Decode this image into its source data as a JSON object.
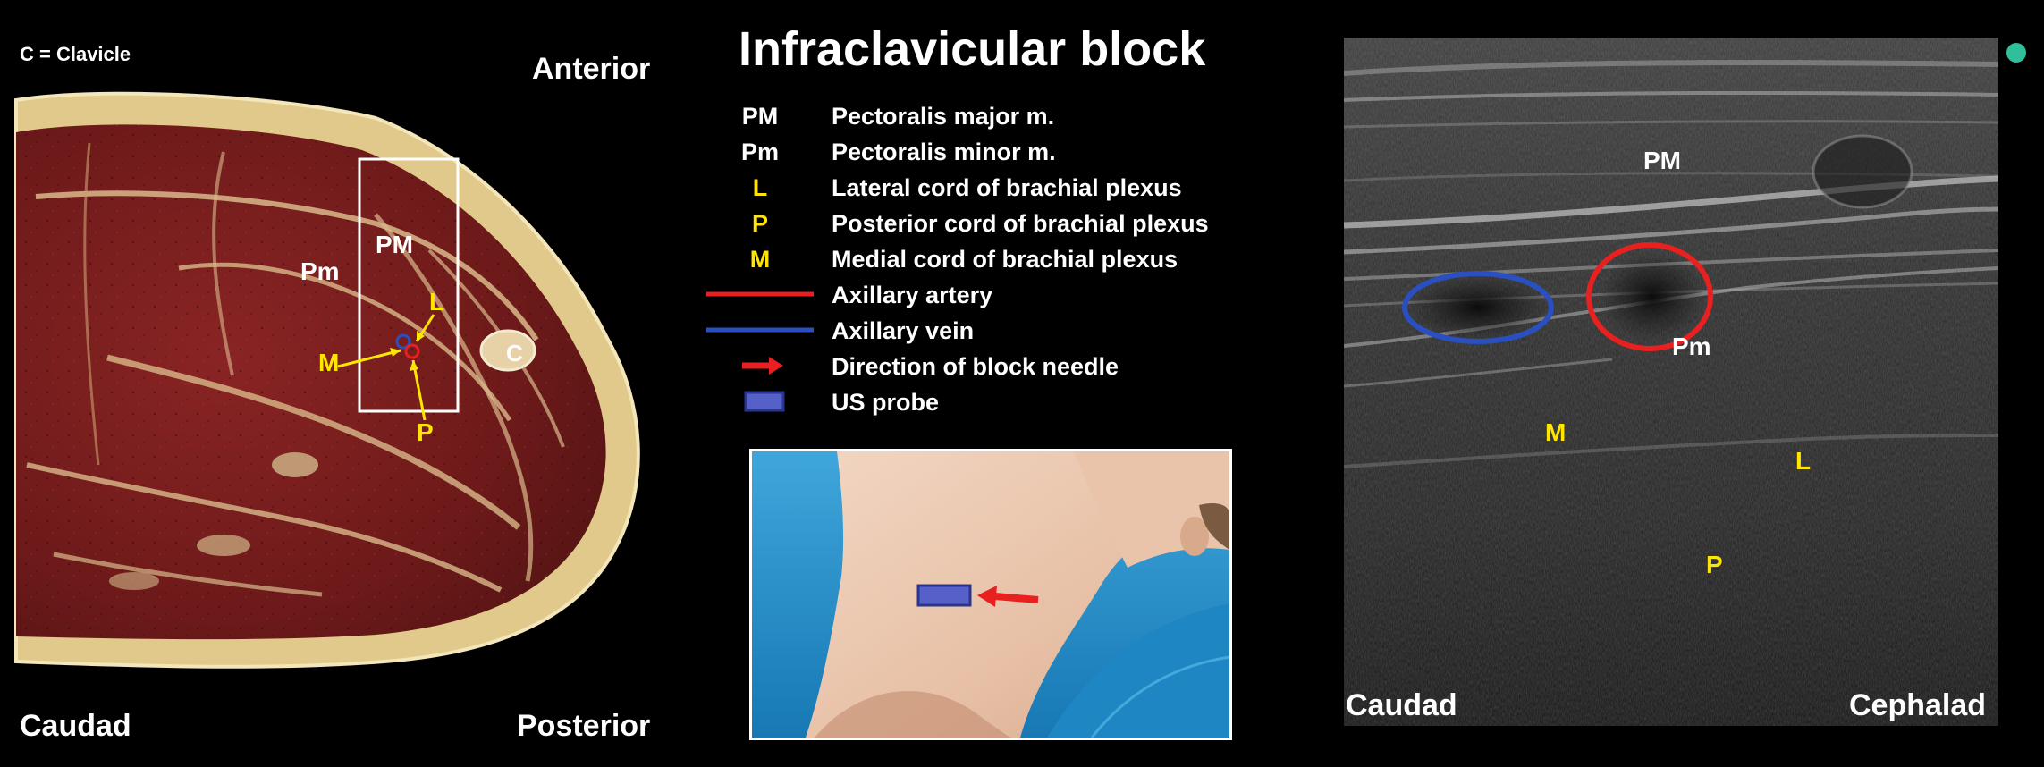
{
  "title": "Infraclavicular block",
  "left_panel": {
    "clavicle_note": "C = Clavicle",
    "anterior": "Anterior",
    "posterior": "Posterior",
    "caudad": "Caudad",
    "labels": {
      "PM": "PM",
      "Pm": "Pm",
      "C": "C",
      "L": "L",
      "M": "M",
      "P": "P"
    }
  },
  "legend": {
    "items": [
      {
        "key": "PM",
        "desc": "Pectoralis major m.",
        "key_color": "#ffffff"
      },
      {
        "key": "Pm",
        "desc": "Pectoralis minor m.",
        "key_color": "#ffffff"
      },
      {
        "key": "L",
        "desc": "Lateral cord of brachial plexus",
        "key_color": "#ffe600"
      },
      {
        "key": "P",
        "desc": "Posterior cord of brachial plexus",
        "key_color": "#ffe600"
      },
      {
        "key": "M",
        "desc": "Medial cord of brachial plexus",
        "key_color": "#ffe600"
      },
      {
        "key_shape": "red-line",
        "desc": "Axillary artery"
      },
      {
        "key_shape": "blue-line",
        "desc": "Axillary vein"
      },
      {
        "key_shape": "red-arrow",
        "desc": "Direction of block needle"
      },
      {
        "key_shape": "blue-rect",
        "desc": "US probe"
      }
    ]
  },
  "ultrasound": {
    "caudad": "Caudad",
    "cephalad": "Cephalad",
    "labels": {
      "PM": "PM",
      "Pm": "Pm",
      "M": "M",
      "L": "L",
      "P": "P"
    }
  },
  "colors": {
    "artery": "#e82020",
    "vein": "#2a4fc0",
    "cord_label": "#ffe600",
    "probe": "#5560c8",
    "marker_dot": "#2fbf9b"
  }
}
